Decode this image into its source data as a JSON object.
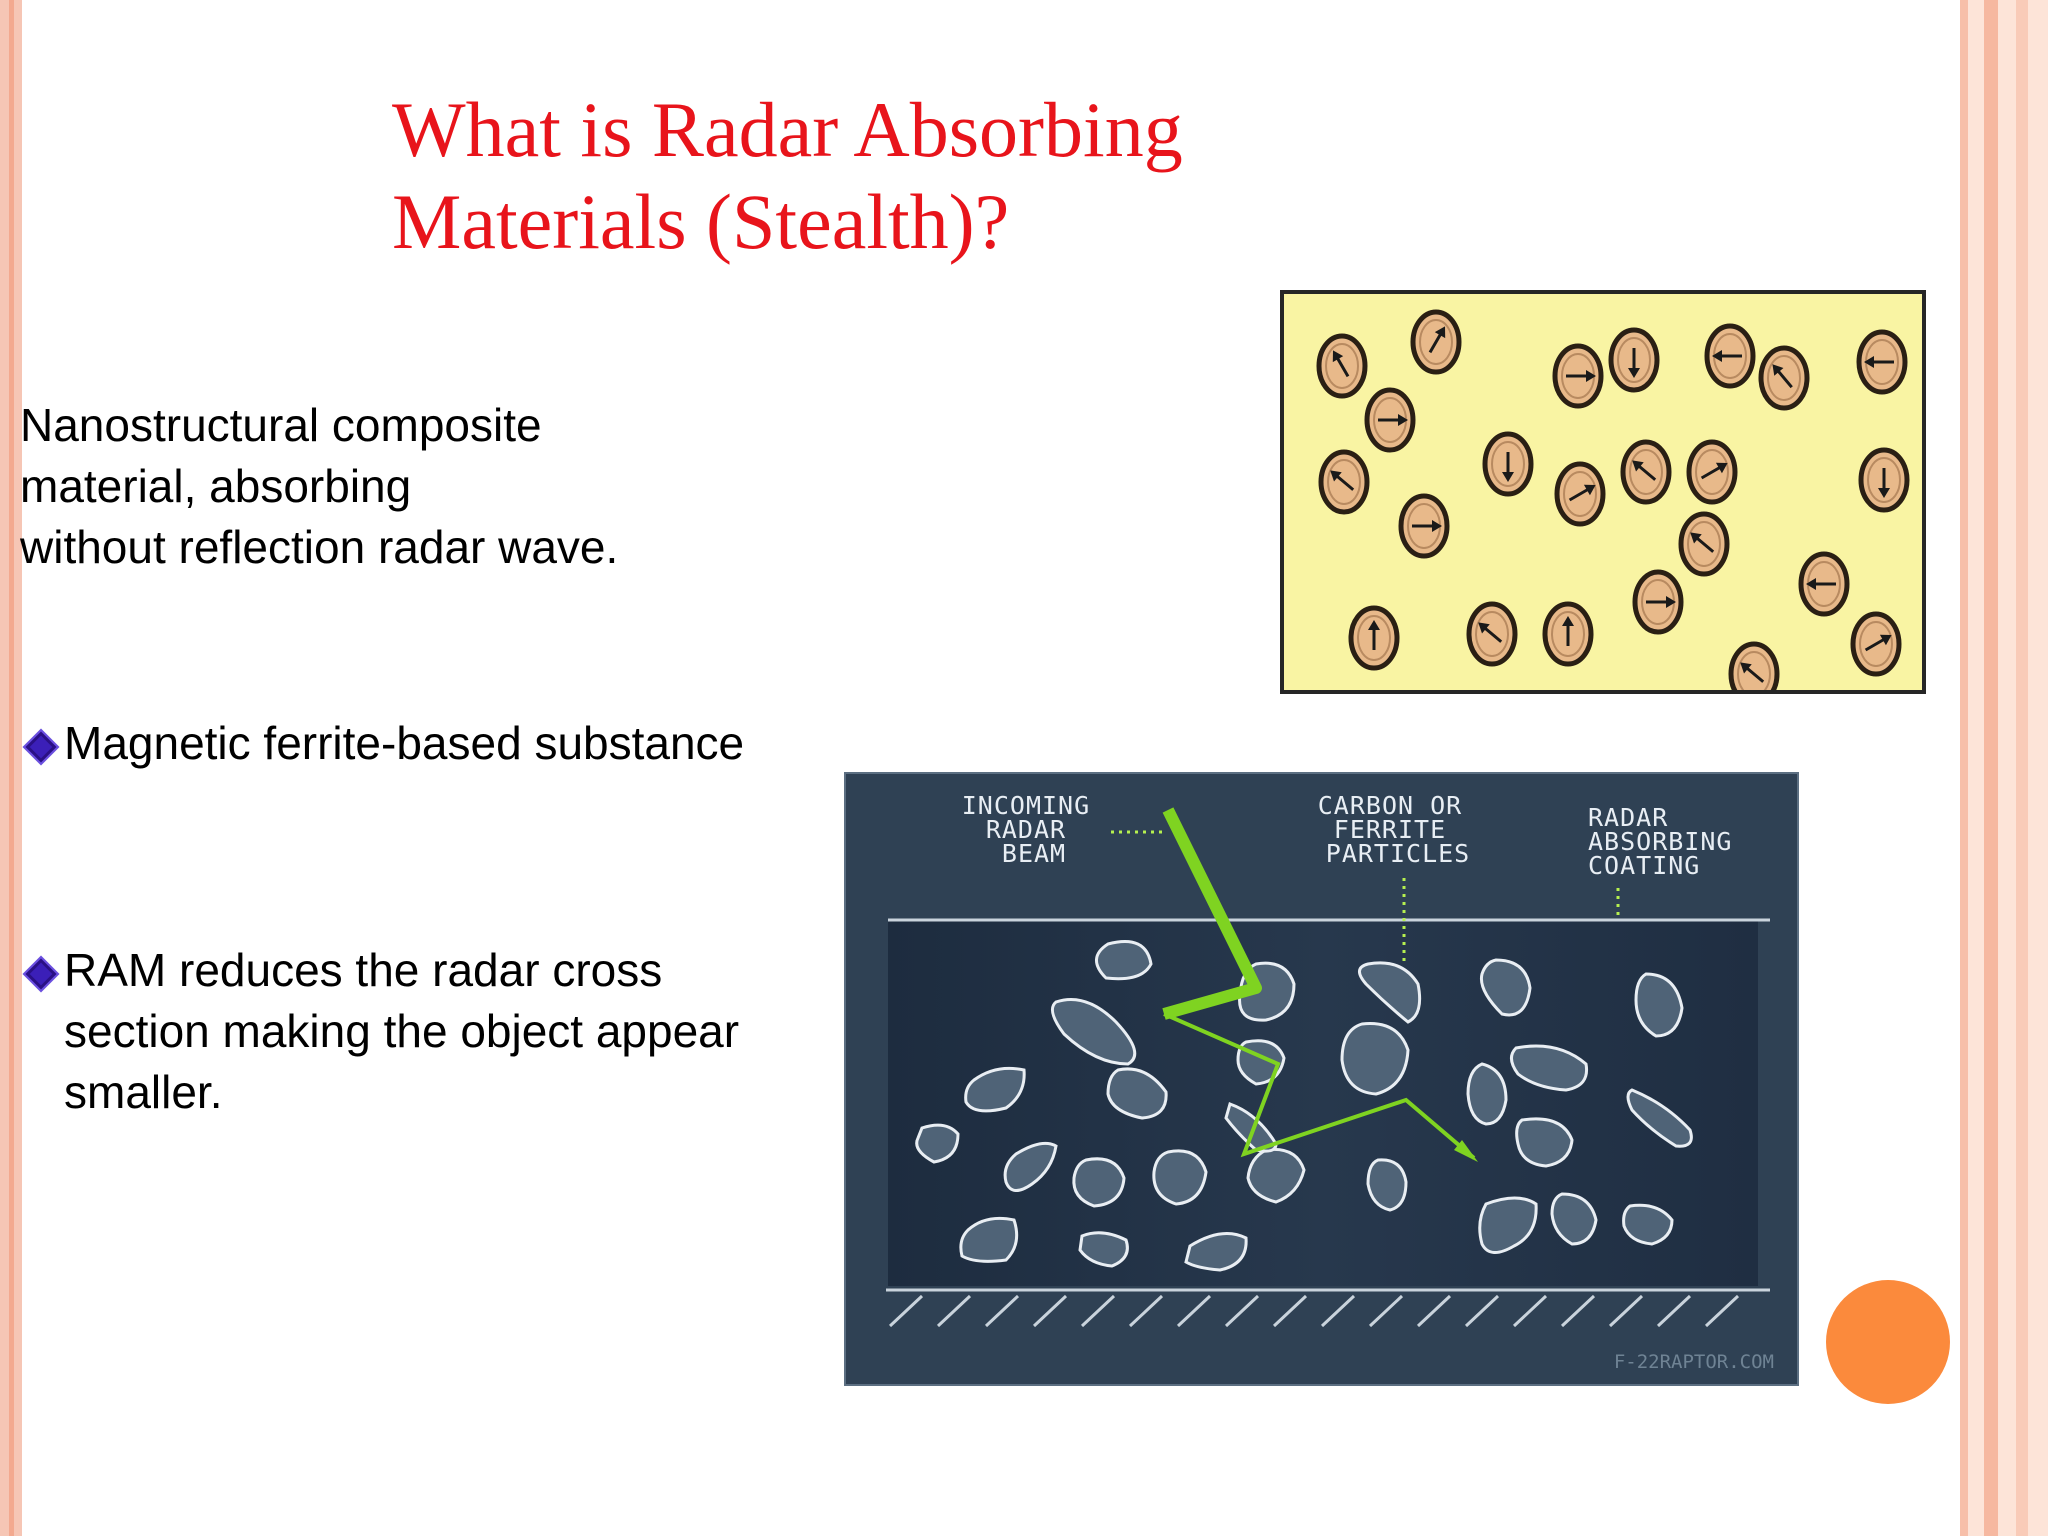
{
  "title": {
    "line1": "What is Radar Absorbing",
    "line2": "Materials (Stealth)?"
  },
  "intro": {
    "line1": "Nanostructural composite",
    "line2": "material, absorbing",
    "line3": "without reflection radar wave."
  },
  "bullets": [
    {
      "lines": [
        "Magnetic ferrite-based substance"
      ]
    },
    {
      "lines": [
        "RAM reduces the radar cross",
        "section making the object appear",
        "smaller."
      ]
    }
  ],
  "diagram": {
    "label_incoming": [
      "INCOMING",
      "RADAR",
      "BEAM"
    ],
    "label_particles": [
      "CARBON OR",
      "FERRITE",
      "PARTICLES"
    ],
    "label_coating": [
      "RADAR",
      "ABSORBING",
      "COATING"
    ],
    "watermark": "F-22RAPTOR.COM"
  },
  "colors": {
    "title": "#e8141b",
    "accent_orange": "#fb8a3c",
    "bullet_diamond": "#3b1fb8",
    "ferrite_background": "#f9f4a3",
    "ram_background": "#2f4154",
    "radar_beam": "#7fd321"
  }
}
